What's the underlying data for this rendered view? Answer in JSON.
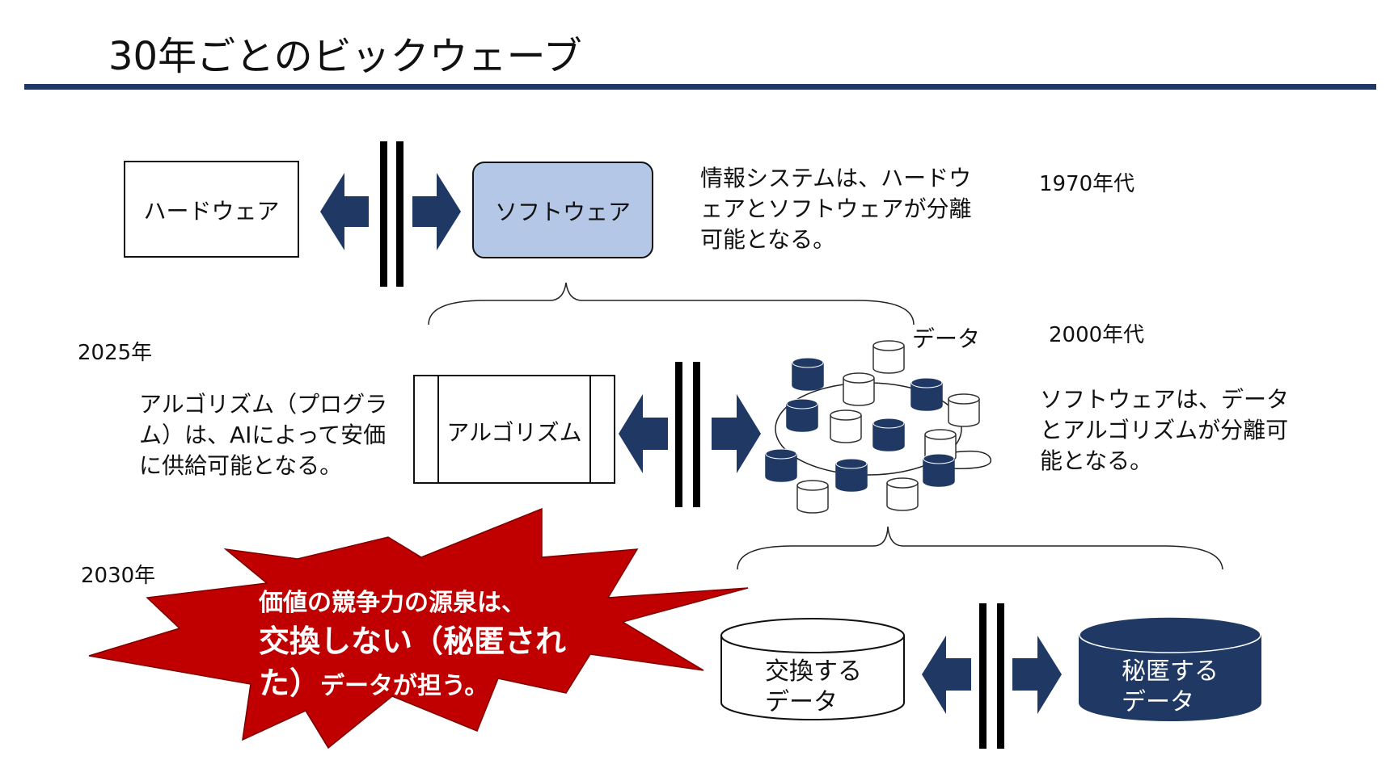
{
  "slide": {
    "title": "30年ごとのビックウェーブ",
    "colors": {
      "navy": "#1f3864",
      "light_blue": "#b4c7e7",
      "red": "#c00000",
      "rule": "#1f3864"
    }
  },
  "row1": {
    "era": "1970年代",
    "hardware_label": "ハードウェア",
    "software_label": "ソフトウェア",
    "description": "情報システムは、ハードウェアとソフトウェアが分離可能となる。"
  },
  "row2": {
    "era_2000": "2000年代",
    "era_2025": "2025年",
    "algorithm_label": "アルゴリズム",
    "data_label": "データ",
    "left_description": "アルゴリズム（プログラム）は、AIによって安価に供給可能となる。",
    "right_description": "ソフトウェアは、データとアルゴリズムが分離可能となる。"
  },
  "row3": {
    "era_2030": "2030年",
    "callout_line1": "価値の競争力の源泉は、",
    "callout_line2": "交換しない（秘匿され",
    "callout_line3_big": "た）",
    "callout_line3_small": "データが担う。",
    "exchange_label_1": "交換する",
    "exchange_label_2": "データ",
    "secret_label_1": "秘匿する",
    "secret_label_2": "データ"
  },
  "icons": [
    "double-arrow-left-icon",
    "double-arrow-right-icon",
    "separator-bars-icon",
    "database-cylinder-icon",
    "brace-icon",
    "explosion-callout-icon"
  ]
}
